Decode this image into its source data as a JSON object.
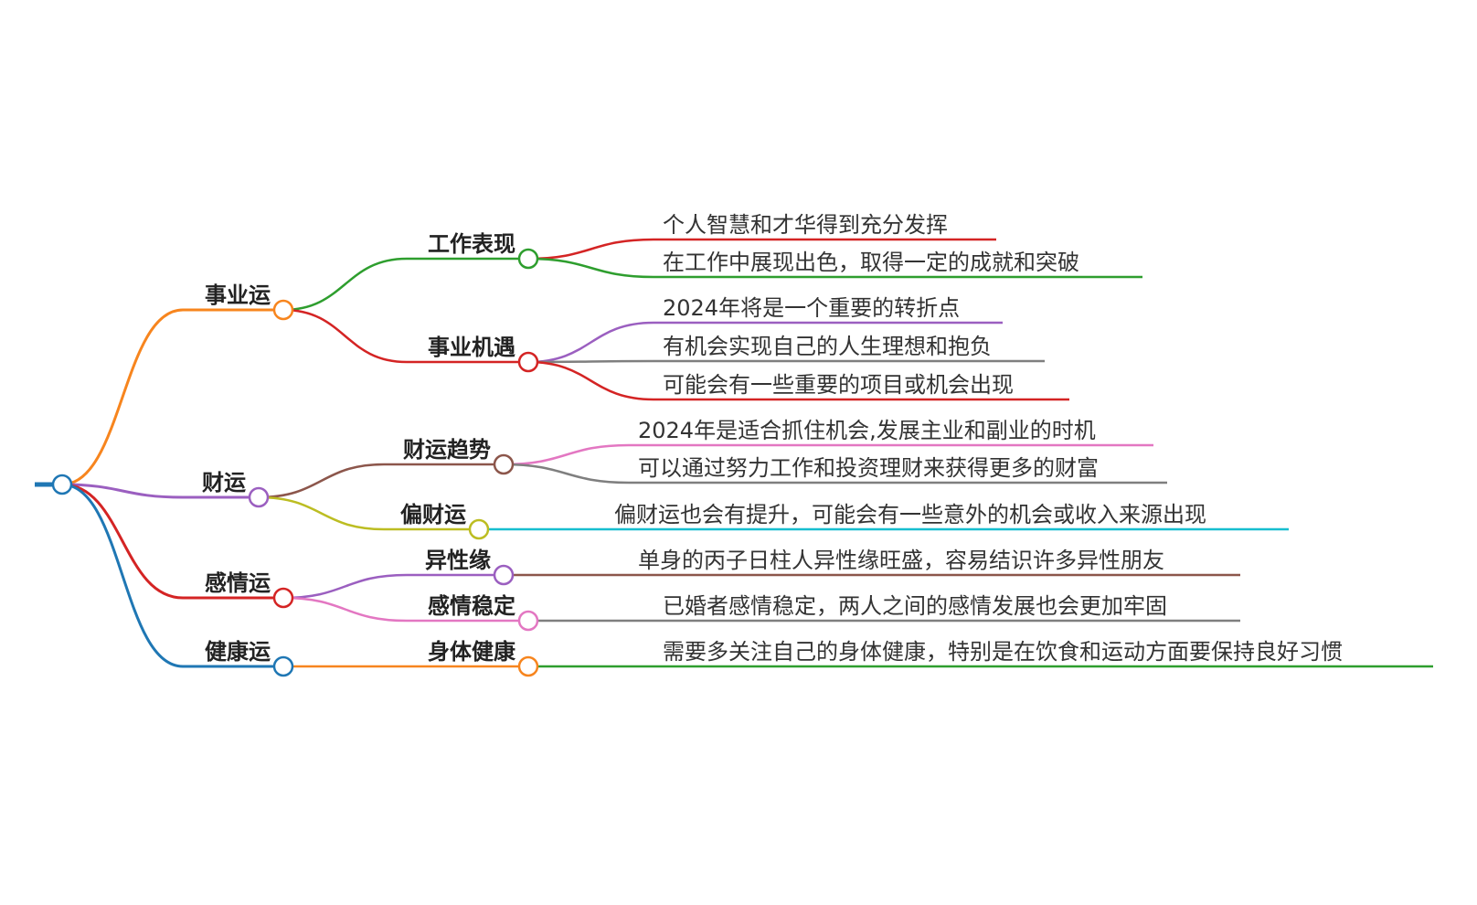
{
  "mindmap": {
    "root": {
      "label": ""
    },
    "branches": [
      {
        "label": "事业运",
        "color": "#f7851e",
        "children": [
          {
            "label": "工作表现",
            "color": "#2e9e2e",
            "leaves": [
              {
                "label": "个人智慧和才华得到充分发挥",
                "color": "#d42424"
              },
              {
                "label": "在工作中展现出色，取得一定的成就和突破",
                "color": "#2e9e2e"
              }
            ]
          },
          {
            "label": "事业机遇",
            "color": "#d42424",
            "leaves": [
              {
                "label": "2024年将是一个重要的转折点",
                "color": "#9b5fc0"
              },
              {
                "label": "有机会实现自己的人生理想和抱负",
                "color": "#7f7f7f"
              },
              {
                "label": "可能会有一些重要的项目或机会出现",
                "color": "#d42424"
              }
            ]
          }
        ]
      },
      {
        "label": "财运",
        "color": "#9b5fc0",
        "children": [
          {
            "label": "财运趋势",
            "color": "#8c564b",
            "leaves": [
              {
                "label": "2024年是适合抓住机会,发展主业和副业的时机",
                "color": "#e377c2"
              },
              {
                "label": "可以通过努力工作和投资理财来获得更多的财富",
                "color": "#7f7f7f"
              }
            ]
          },
          {
            "label": "偏财运",
            "color": "#bcbd22",
            "leaves": [
              {
                "label": "偏财运也会有提升，可能会有一些意外的机会或收入来源出现",
                "color": "#17becf"
              }
            ]
          }
        ]
      },
      {
        "label": "感情运",
        "color": "#d42424",
        "children": [
          {
            "label": "异性缘",
            "color": "#9b5fc0",
            "leaves": [
              {
                "label": "单身的丙子日柱人异性缘旺盛，容易结识许多异性朋友",
                "color": "#8c564b"
              }
            ]
          },
          {
            "label": "感情稳定",
            "color": "#e377c2",
            "leaves": [
              {
                "label": "已婚者感情稳定，两人之间的感情发展也会更加牢固",
                "color": "#7f7f7f"
              }
            ]
          }
        ]
      },
      {
        "label": "健康运",
        "color": "#1f77b4",
        "children": [
          {
            "label": "身体健康",
            "color": "#f7851e",
            "leaves": [
              {
                "label": "需要多关注自己的身体健康，特别是在饮食和运动方面要保持良好习惯",
                "color": "#2e9e2e"
              }
            ]
          }
        ]
      }
    ]
  }
}
